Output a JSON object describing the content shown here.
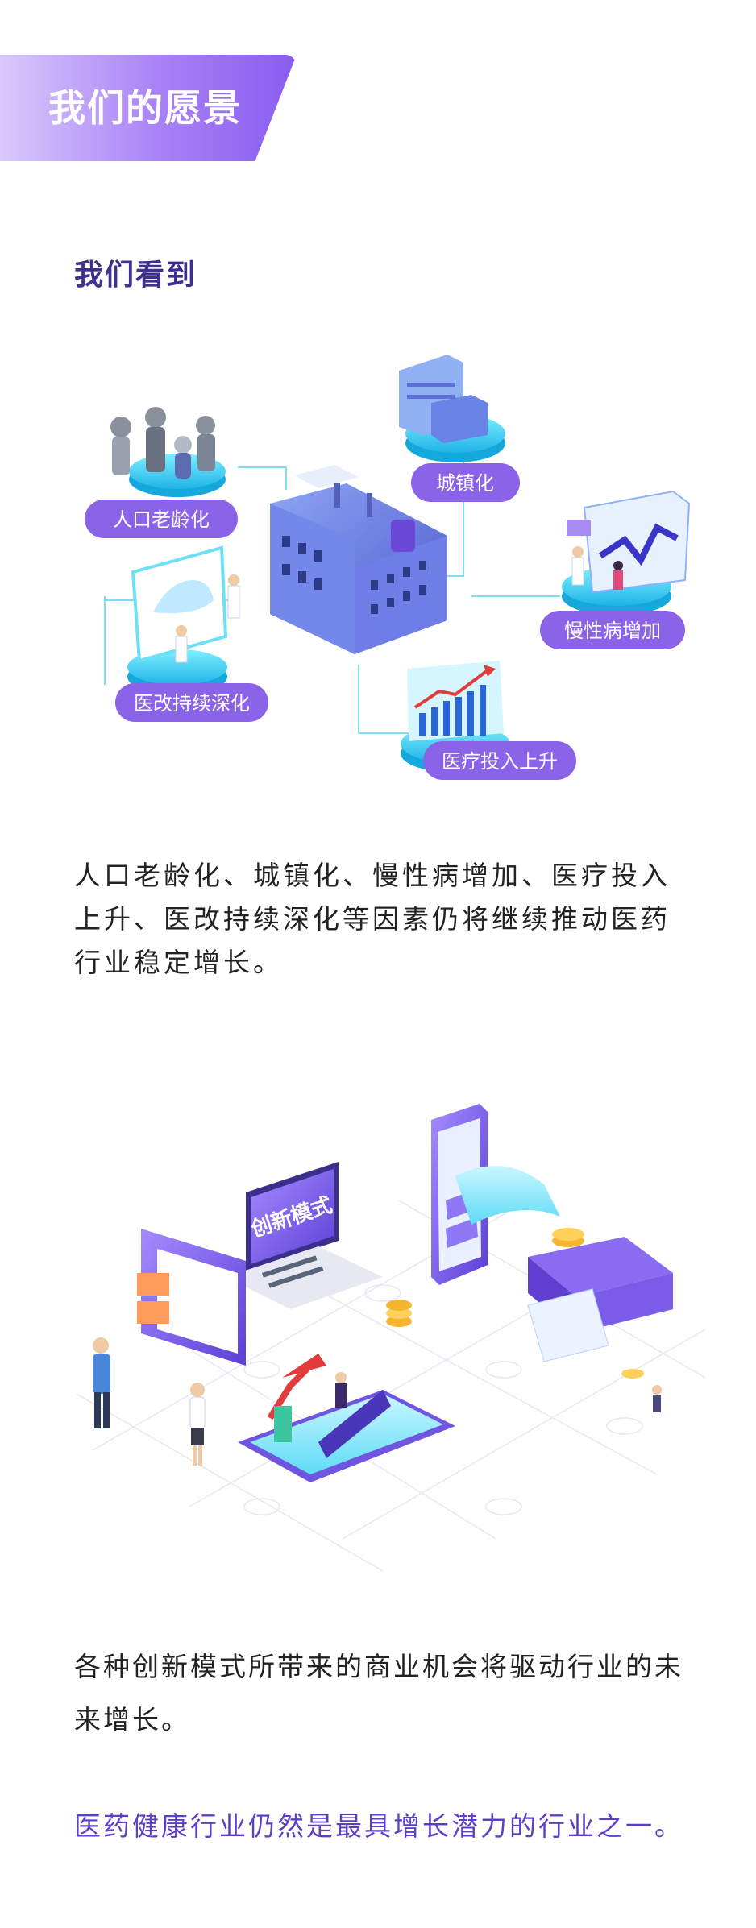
{
  "banner": {
    "title": "我们的愿景"
  },
  "section": {
    "heading": "我们看到"
  },
  "figure1": {
    "labels": {
      "aging": "人口老龄化",
      "urbanization": "城镇化",
      "chronic": "慢性病增加",
      "reform": "医改持续深化",
      "investment": "医疗投入上升"
    }
  },
  "paragraphs": {
    "p1": "人口老龄化、城镇化、慢性病增加、医疗投入上升、医改持续深化等因素仍将继续推动医药行业稳定增长。",
    "p2": "各种创新模式所带来的商业机会将驱动行业的未来增长。",
    "p3": "医药健康行业仍然是最具增长潜力的行业之一。"
  },
  "figure2": {
    "screen_text": "创新模式"
  },
  "colors": {
    "accent": "#8a5cf0",
    "heading": "#3f2f8f",
    "pill": "#8b63e8",
    "cyan": "#36d2f0"
  }
}
